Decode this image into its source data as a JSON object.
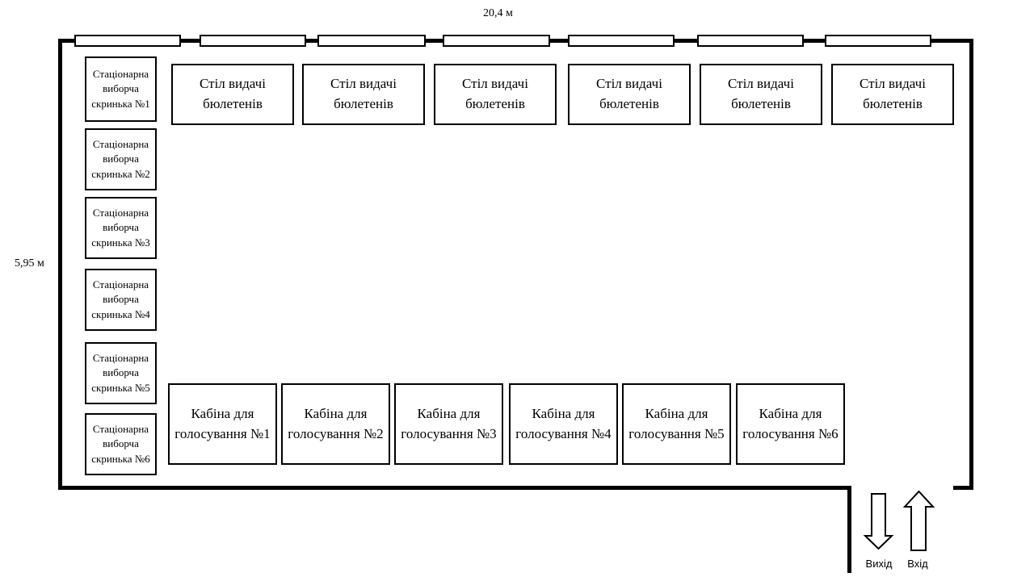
{
  "dimension_labels": {
    "top": "20,4 м",
    "left": "5,95 м"
  },
  "ballot_boxes": [
    "Стаціонарна\nвиборча\nскринька №1",
    "Стаціонарна\nвиборча\nскринька №2",
    "Стаціонарна\nвиборча\nскринька №3",
    "Стаціонарна\nвиборча\nскринька №4",
    "Стаціонарна\nвиборча\nскринька №5",
    "Стаціонарна\nвиборча\nскринька №6"
  ],
  "issuing_tables": [
    "Стіл видачі\nбюлетенів",
    "Стіл видачі\nбюлетенів",
    "Стіл видачі\nбюлетенів",
    "Стіл видачі\nбюлетенів",
    "Стіл видачі\nбюлетенів",
    "Стіл видачі\nбюлетенів"
  ],
  "voting_booths": [
    "Кабіна для\nголосування №1",
    "Кабіна для\nголосування №2",
    "Кабіна для\nголосування №3",
    "Кабіна для\nголосування №4",
    "Кабіна для\nголосування №5",
    "Кабіна для\nголосування №6"
  ],
  "door": {
    "exit_label": "Вихід",
    "entrance_label": "Вхід"
  },
  "colors": {
    "line": "#000000",
    "background": "#ffffff"
  }
}
